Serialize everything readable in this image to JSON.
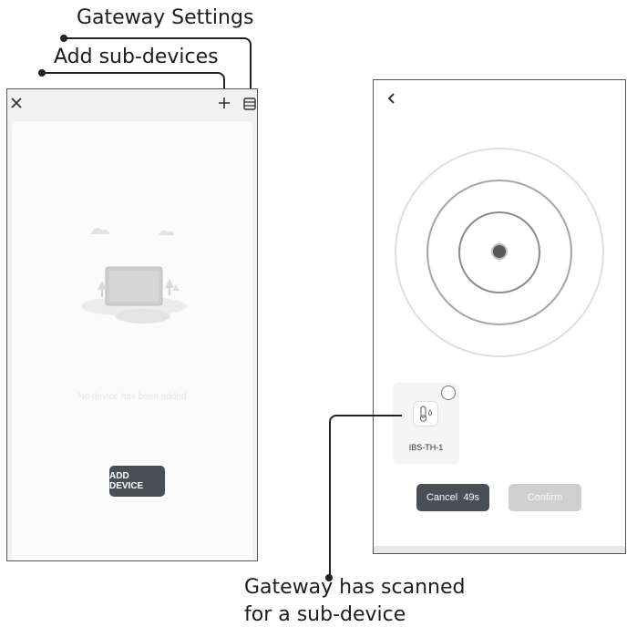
{
  "callouts": {
    "gateway_settings": "Gateway Settings",
    "add_sub_devices": "Add sub-devices",
    "scanned_line1": "Gateway has scanned",
    "scanned_line2": "for a sub-device"
  },
  "left_screen": {
    "close_icon": "close-icon",
    "add_icon": "plus-icon",
    "settings_icon": "gateway-settings-icon",
    "empty_message": "No device has been added",
    "add_button": "ADD DEVICE"
  },
  "right_screen": {
    "back_icon": "chevron-left-icon",
    "device_name": "IBS-TH-1",
    "device_icon": "thermometer-humidity-icon",
    "cancel_label": "Cancel",
    "countdown": "49s",
    "confirm_label": "Confirm"
  },
  "colors": {
    "primary_button": "#4a4f55",
    "disabled_button": "#cfcfcf"
  }
}
